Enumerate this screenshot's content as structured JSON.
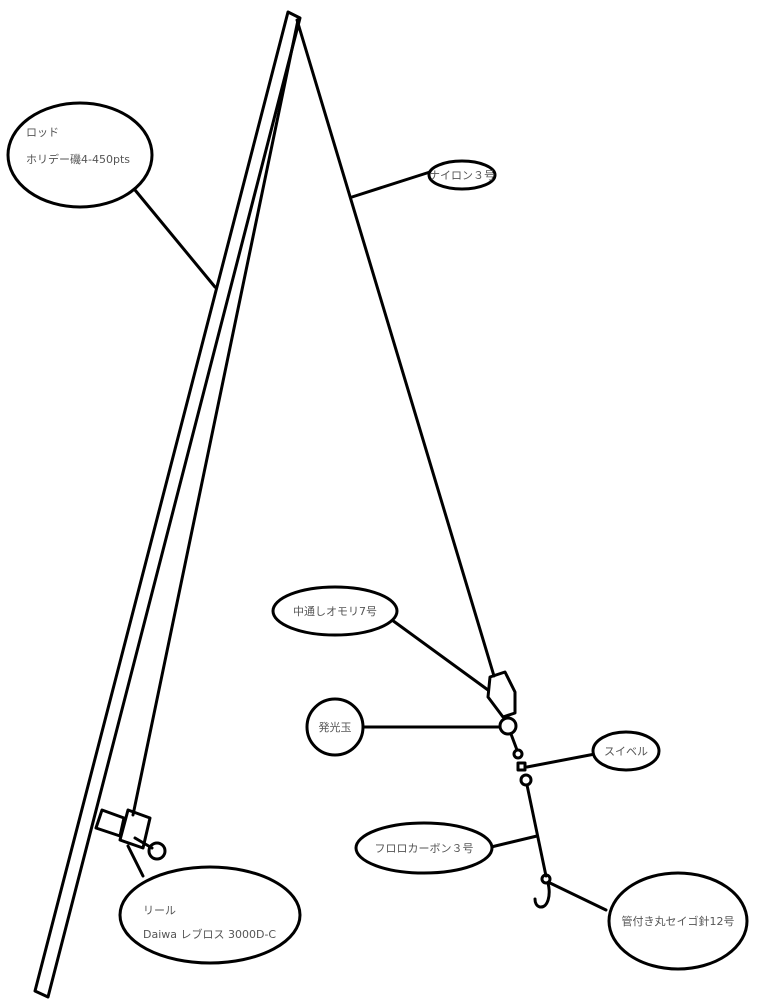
{
  "title": "Fishing tackle rig diagram",
  "labels": {
    "rod_title": "ロッド",
    "rod_model": "ホリデー磯4-450pts",
    "main_line": "ナイロン３号",
    "sinker": "中通しオモリ7号",
    "glow_bead": "発光玉",
    "swivel": "スイベル",
    "leader": "フロロカーボン３号",
    "hook": "管付き丸セイゴ針12号",
    "reel_title": "リール",
    "reel_model": "Daiwa レブロス 3000D-C"
  }
}
